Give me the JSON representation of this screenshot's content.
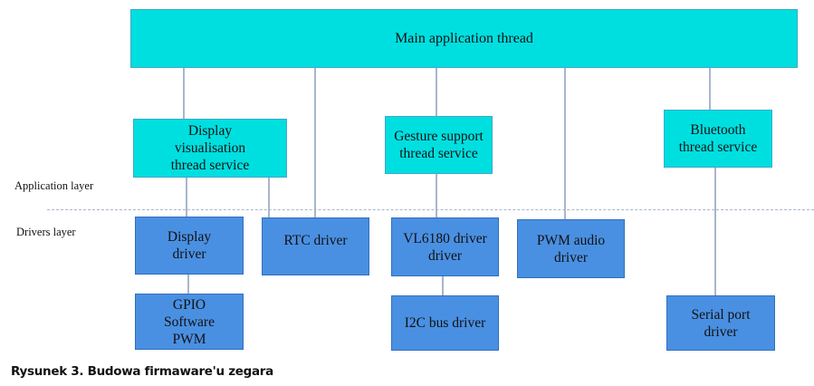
{
  "diagram": {
    "main_thread": "Main application thread",
    "application_layer_label": "Application layer",
    "drivers_layer_label": "Drivers layer",
    "thread_services": [
      {
        "label": "Display visualisation thread service"
      },
      {
        "label": "Gesture support thread service"
      },
      {
        "label": "Bluetooth thread service"
      }
    ],
    "drivers": [
      {
        "label": "Display driver"
      },
      {
        "label": "RTC driver"
      },
      {
        "label": "VL6180 driver driver"
      },
      {
        "label": "PWM audio driver"
      },
      {
        "label": "GPIO Software PWM"
      },
      {
        "label": "I2C bus driver"
      },
      {
        "label": "Serial port driver"
      }
    ],
    "colors": {
      "thread_box": "#00dfe0",
      "driver_box": "#4a90e2",
      "connector": "#a8b6cc"
    }
  },
  "caption": "Rysunek 3. Budowa firmaware'u zegara"
}
